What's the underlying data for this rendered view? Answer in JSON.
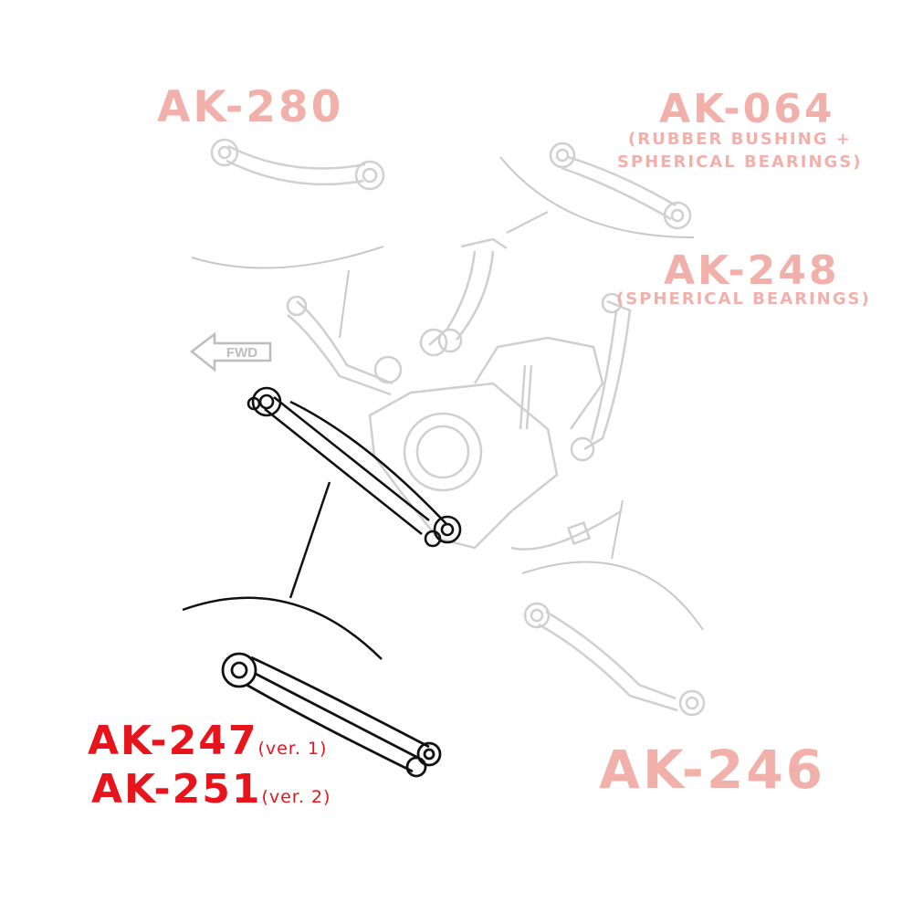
{
  "labels": {
    "ak280": "AK-280",
    "ak064": "AK-064",
    "ak064_note_1": "(RUBBER BUSHING +",
    "ak064_note_2": "SPHERICAL BEARINGS)",
    "ak248": "AK-248",
    "ak248_note": "(SPHERICAL BEARINGS)",
    "ak246": "AK-246",
    "ak247": "AK-247",
    "ak247_ver": "(ver. 1)",
    "ak251": "AK-251",
    "ak251_ver": "(ver. 2)",
    "fwd": "FWD"
  },
  "colors": {
    "highlight_red": "#e8141b",
    "faded_pink": "#f2b0ab",
    "line_faded": "#c8c8c8",
    "line_active": "#111111"
  }
}
